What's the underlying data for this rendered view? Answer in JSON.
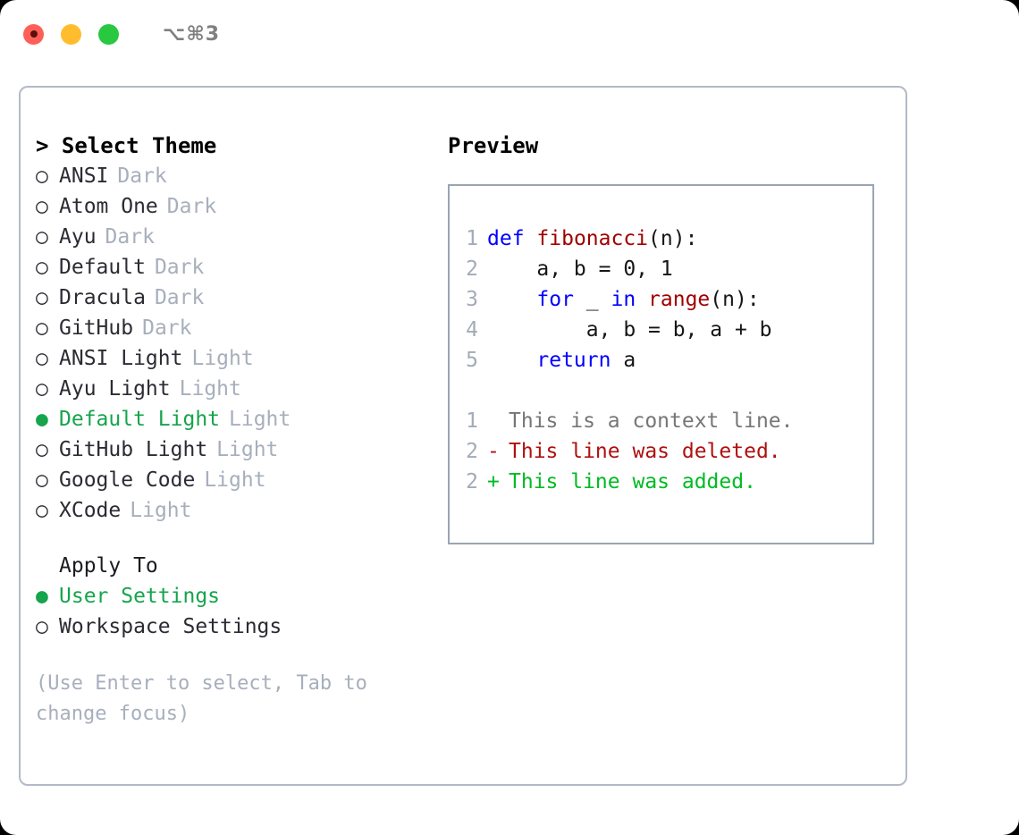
{
  "window": {
    "shortcut": "⌥⌘3",
    "traffic_lights": [
      {
        "name": "close",
        "color": "#ff5f57",
        "active": true
      },
      {
        "name": "minimize",
        "color": "#ffbd2e",
        "active": false
      },
      {
        "name": "maximize",
        "color": "#28c840",
        "active": false
      }
    ]
  },
  "theme_panel": {
    "header": "> Select Theme",
    "items": [
      {
        "marker": "○",
        "name": "ANSI",
        "category": "Dark",
        "selected": false
      },
      {
        "marker": "○",
        "name": "Atom One",
        "category": "Dark",
        "selected": false
      },
      {
        "marker": "○",
        "name": "Ayu",
        "category": "Dark",
        "selected": false
      },
      {
        "marker": "○",
        "name": "Default",
        "category": "Dark",
        "selected": false
      },
      {
        "marker": "○",
        "name": "Dracula",
        "category": "Dark",
        "selected": false
      },
      {
        "marker": "○",
        "name": "GitHub",
        "category": "Dark",
        "selected": false
      },
      {
        "marker": "○",
        "name": "ANSI Light",
        "category": "Light",
        "selected": false
      },
      {
        "marker": "○",
        "name": "Ayu Light",
        "category": "Light",
        "selected": false
      },
      {
        "marker": "●",
        "name": "Default Light",
        "category": "Light",
        "selected": true
      },
      {
        "marker": "○",
        "name": "GitHub Light",
        "category": "Light",
        "selected": false
      },
      {
        "marker": "○",
        "name": "Google Code",
        "category": "Light",
        "selected": false
      },
      {
        "marker": "○",
        "name": "XCode",
        "category": "Light",
        "selected": false
      }
    ]
  },
  "apply_to": {
    "title": "Apply To",
    "items": [
      {
        "marker": "●",
        "name": "User Settings",
        "selected": true
      },
      {
        "marker": "○",
        "name": "Workspace Settings",
        "selected": false
      }
    ]
  },
  "hint": "(Use Enter to select, Tab to change focus)",
  "preview": {
    "header": "Preview",
    "code_lines": [
      {
        "number": "1",
        "tokens": [
          {
            "t": "def",
            "c": "kw"
          },
          {
            "t": " ",
            "c": "pl"
          },
          {
            "t": "fibonacci",
            "c": "fn"
          },
          {
            "t": "(n):",
            "c": "pl"
          }
        ]
      },
      {
        "number": "2",
        "tokens": [
          {
            "t": "    a, b = 0, 1",
            "c": "pl"
          }
        ]
      },
      {
        "number": "3",
        "tokens": [
          {
            "t": "    ",
            "c": "pl"
          },
          {
            "t": "for",
            "c": "kw"
          },
          {
            "t": " _ ",
            "c": "pl"
          },
          {
            "t": "in",
            "c": "kw"
          },
          {
            "t": " ",
            "c": "pl"
          },
          {
            "t": "range",
            "c": "fn"
          },
          {
            "t": "(n):",
            "c": "pl"
          }
        ]
      },
      {
        "number": "4",
        "tokens": [
          {
            "t": "        a, b = b, a + b",
            "c": "pl"
          }
        ]
      },
      {
        "number": "5",
        "tokens": [
          {
            "t": "    ",
            "c": "pl"
          },
          {
            "t": "return",
            "c": "kw"
          },
          {
            "t": " a",
            "c": "pl"
          }
        ]
      }
    ],
    "diff_lines": [
      {
        "number": "1",
        "sign": " ",
        "text": "This is a context line.",
        "kind": "ctx"
      },
      {
        "number": "2",
        "sign": "-",
        "text": "This line was deleted.",
        "kind": "del"
      },
      {
        "number": "2",
        "sign": "+",
        "text": "This line was added.",
        "kind": "add"
      }
    ]
  },
  "colors": {
    "accent_green": "#16a44c",
    "keyword_blue": "#0000ff",
    "function_red": "#a00000",
    "diff_delete": "#b01010",
    "diff_add": "#00bb22",
    "muted": "#a7afbc",
    "border": "#b2bac6",
    "preview_border": "#9aa5b2"
  }
}
